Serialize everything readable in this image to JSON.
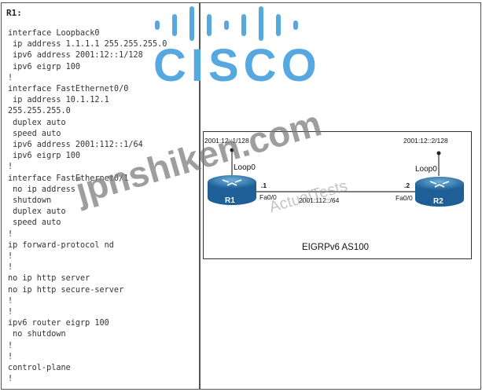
{
  "config": {
    "title": "R1:",
    "lines": [
      "interface Loopback0",
      " ip address 1.1.1.1 255.255.255.0",
      " ipv6 address 2001:12::1/128",
      " ipv6 eigrp 100",
      "!",
      "interface FastEthernet0/0",
      " ip address 10.1.12.1",
      "255.255.255.0",
      " duplex auto",
      " speed auto",
      " ipv6 address 2001:112::1/64",
      " ipv6 eigrp 100",
      "!",
      "interface FastEthernet0/1",
      " no ip address",
      " shutdown",
      " duplex auto",
      " speed auto",
      "!",
      "ip forward-protocol nd",
      "!",
      "!",
      "no ip http server",
      "no ip http secure-server",
      "!",
      "!",
      "ipv6 router eigrp 100",
      " no shutdown",
      "!",
      "!",
      "control-plane",
      "!"
    ]
  },
  "logo": {
    "text": "CISCO",
    "color": "#55a8e0"
  },
  "topology": {
    "r1": {
      "label": "R1",
      "loopback_label": "Loop0",
      "loopback_addr": "2001:12::1/128",
      "iface": "Fa0/0",
      "host": ".1"
    },
    "r2": {
      "label": "R2",
      "loopback_label": "Loop0",
      "loopback_addr": "2001:12::2/128",
      "iface": "Fa0/0",
      "host": ".2"
    },
    "link_network": "2001:112::/64",
    "caption": "EIGRPv6 AS100"
  },
  "watermark": {
    "main": "jpnshiken.com",
    "secondary": "ActualTests"
  }
}
